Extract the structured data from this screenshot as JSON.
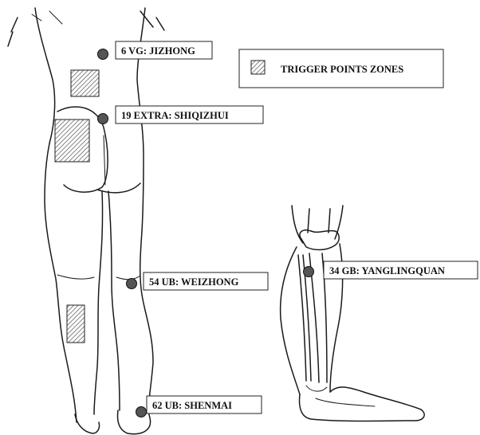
{
  "legend": {
    "label": "TRIGGER POINTS ZONES"
  },
  "points": [
    {
      "id": "jizhong",
      "label": "6 VG: JIZHONG"
    },
    {
      "id": "shiqizhui",
      "label": "19 EXTRA: SHIQIZHUI"
    },
    {
      "id": "weizhong",
      "label": "54 UB: WEIZHONG"
    },
    {
      "id": "shenmai",
      "label": "62 UB: SHENMAI"
    },
    {
      "id": "yanglingquan",
      "label": "34 GB: YANGLINGQUAN"
    }
  ],
  "colors": {
    "point_fill": "#555555",
    "outline": "#1a1a1a",
    "hatch": "#666666"
  }
}
